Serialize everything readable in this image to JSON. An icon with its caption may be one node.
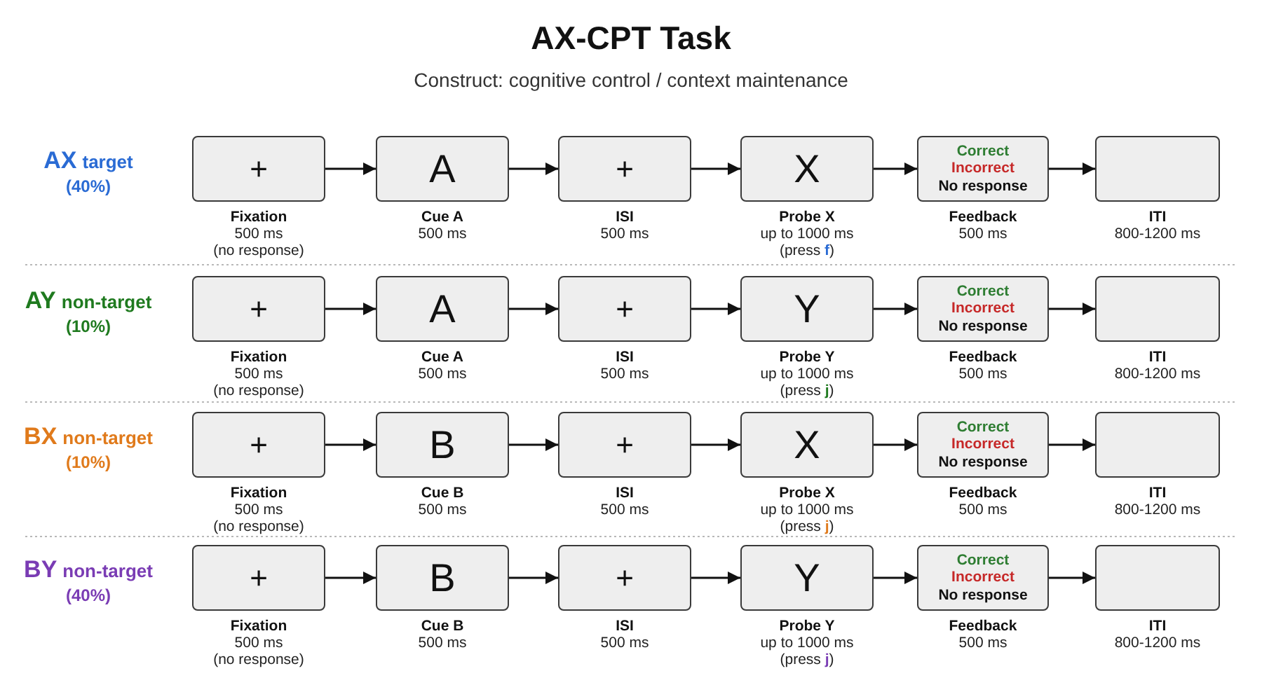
{
  "diagram": {
    "title": "AX-CPT Task",
    "nodes": [
      {
        "text": [
          "+"
        ],
        "beside": [
          "Fixation",
          "500 ms",
          "(no response)"
        ]
      },
      {
        "text": [
          "A"
        ],
        "beside": [
          "Cue A",
          "500 ms"
        ]
      },
      {
        "text": [
          "+"
        ],
        "beside": [
          "ISI",
          "500 ms"
        ]
      },
      {
        "text": [
          "X"
        ],
        "beside": [
          "Probe X",
          "up to 1000 ms",
          "(press **f**)"
        ]
      },
      {
        "text": [
          "Correct",
          "Incorrect",
          "No response"
        ],
        "beside": [
          "Feedback",
          "500 ms"
        ]
      },
      {
        "text": [],
        "shape": "box",
        "beside": [
          "ITI",
          "800-1200 ms"
        ]
      },
      {
        "text": [
          "+"
        ],
        "beside": [
          "Fixation",
          "500 ms",
          "(no response)"
        ]
      },
      {
        "text": [
          "A"
        ],
        "beside": [
          "Cue A",
          "500 ms"
        ]
      },
      {
        "text": [
          "+"
        ],
        "beside": [
          "ISI",
          "500 ms"
        ]
      },
      {
        "text": [
          "Y"
        ],
        "beside": [
          "Probe Y",
          "up to 1000 ms",
          "(press **j**)"
        ]
      },
      {
        "text": [
          "Correct",
          "Incorrect",
          "No response"
        ],
        "beside": [
          "Feedback",
          "500 ms"
        ]
      },
      {
        "text": [],
        "shape": "box",
        "beside": [
          "ITI",
          "800-1200 ms"
        ]
      },
      {
        "text": [
          "+"
        ],
        "beside": [
          "Fixation",
          "500 ms",
          "(no response)"
        ]
      },
      {
        "text": [
          "B"
        ],
        "beside": [
          "Cue B",
          "500 ms"
        ]
      },
      {
        "text": [
          "+"
        ],
        "beside": [
          "ISI",
          "500 ms"
        ]
      },
      {
        "text": [
          "X"
        ],
        "beside": [
          "Probe X",
          "up to 1000 ms",
          "(press **j**)"
        ]
      },
      {
        "text": [
          "Correct",
          "Incorrect",
          "No response"
        ],
        "beside": [
          "Feedback",
          "500 ms"
        ]
      },
      {
        "text": [],
        "shape": "box",
        "beside": [
          "ITI",
          "800-1200 ms"
        ]
      },
      {
        "text": [
          "+"
        ],
        "beside": [
          "Fixation",
          "500 ms",
          "(no response)"
        ]
      },
      {
        "text": [
          "B"
        ],
        "beside": [
          "Cue B",
          "500 ms"
        ]
      },
      {
        "text": [
          "+"
        ],
        "beside": [
          "ISI",
          "500 ms"
        ]
      },
      {
        "text": [
          "Y"
        ],
        "beside": [
          "Probe Y",
          "up to 1000 ms",
          "(press **j**)"
        ]
      },
      {
        "text": [
          "Correct",
          "Incorrect",
          "No response"
        ],
        "beside": [
          "Feedback",
          "500 ms"
        ]
      },
      {
        "text": [],
        "shape": "box",
        "beside": [
          "ITI",
          "800-1200 ms"
        ]
      }
    ],
    "edges": [
      {
        "from": 0,
        "to": 1,
        "arrow": "to"
      },
      {
        "from": 1,
        "to": 2,
        "arrow": "to"
      },
      {
        "from": 2,
        "to": 3,
        "arrow": "to"
      },
      {
        "from": 3,
        "to": 4,
        "arrow": "to"
      },
      {
        "from": 4,
        "to": 5,
        "arrow": "to"
      },
      {
        "from": 6,
        "to": 7,
        "arrow": "to"
      },
      {
        "from": 7,
        "to": 8,
        "arrow": "to"
      },
      {
        "from": 8,
        "to": 9,
        "arrow": "to"
      },
      {
        "from": 9,
        "to": 10,
        "arrow": "to"
      },
      {
        "from": 10,
        "to": 11,
        "arrow": "to"
      },
      {
        "from": 12,
        "to": 13,
        "arrow": "to"
      },
      {
        "from": 13,
        "to": 14,
        "arrow": "to"
      },
      {
        "from": 14,
        "to": 15,
        "arrow": "to"
      },
      {
        "from": 15,
        "to": 16,
        "arrow": "to"
      },
      {
        "from": 16,
        "to": 17,
        "arrow": "to"
      },
      {
        "from": 18,
        "to": 19,
        "arrow": "to"
      },
      {
        "from": 19,
        "to": 20,
        "arrow": "to"
      },
      {
        "from": 20,
        "to": 21,
        "arrow": "to"
      },
      {
        "from": 21,
        "to": 22,
        "arrow": "to"
      },
      {
        "from": 22,
        "to": 23,
        "arrow": "to"
      }
    ],
    "labels": [
      "Construct: cognitive control / context maintenance",
      "AX",
      "target",
      "(40%)",
      "AY",
      "non-target",
      "(10%)",
      "BX",
      "non-target",
      "(10%)",
      "BY",
      "non-target",
      "(40%)"
    ]
  }
}
